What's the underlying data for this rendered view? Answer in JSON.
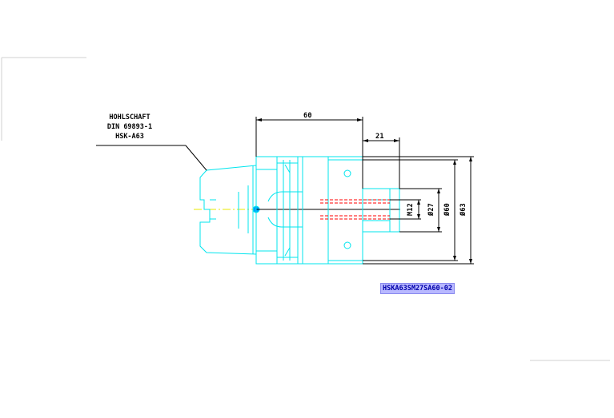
{
  "callout": {
    "line1": "HOHLSCHAFT",
    "line2": "DIN 69893-1",
    "line3": "HSK-A63"
  },
  "dimensions": {
    "length_60": "60",
    "length_21": "21",
    "dia_m12": "M12",
    "dia_27": "Ø27",
    "dia_60": "Ø60",
    "dia_63": "Ø63"
  },
  "part_number": "HSKA63SM27SA60-02",
  "colors": {
    "part_outline": "#00e5ee",
    "dimension": "#000000",
    "hidden_thread": "#ff0000",
    "axis": "#e8e800",
    "part_number_bg": "#b8b8ff"
  }
}
